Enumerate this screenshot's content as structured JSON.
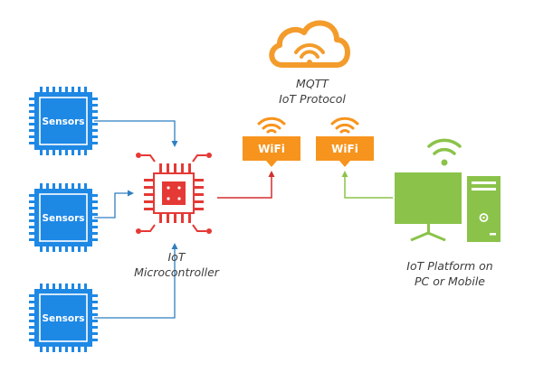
{
  "diagram": {
    "sensors": [
      {
        "label": "Sensors"
      },
      {
        "label": "Sensors"
      },
      {
        "label": "Sensors"
      }
    ],
    "microcontroller": {
      "line1": "IoT",
      "line2": "Microcontroller"
    },
    "cloud": {
      "line1": "MQTT",
      "line2": "IoT Protocol"
    },
    "wifi_left": {
      "label": "WiFi"
    },
    "wifi_right": {
      "label": "WiFi"
    },
    "platform": {
      "line1": "IoT Platform on",
      "line2": "PC or Mobile"
    }
  },
  "colors": {
    "sensor_blue": "#1e88e5",
    "mcu_red": "#e53935",
    "wifi_orange": "#f7941d",
    "platform_green": "#8bc34a",
    "link_blue": "#2f7fc1",
    "link_red": "#d32f2f",
    "link_green": "#8bc34a"
  }
}
